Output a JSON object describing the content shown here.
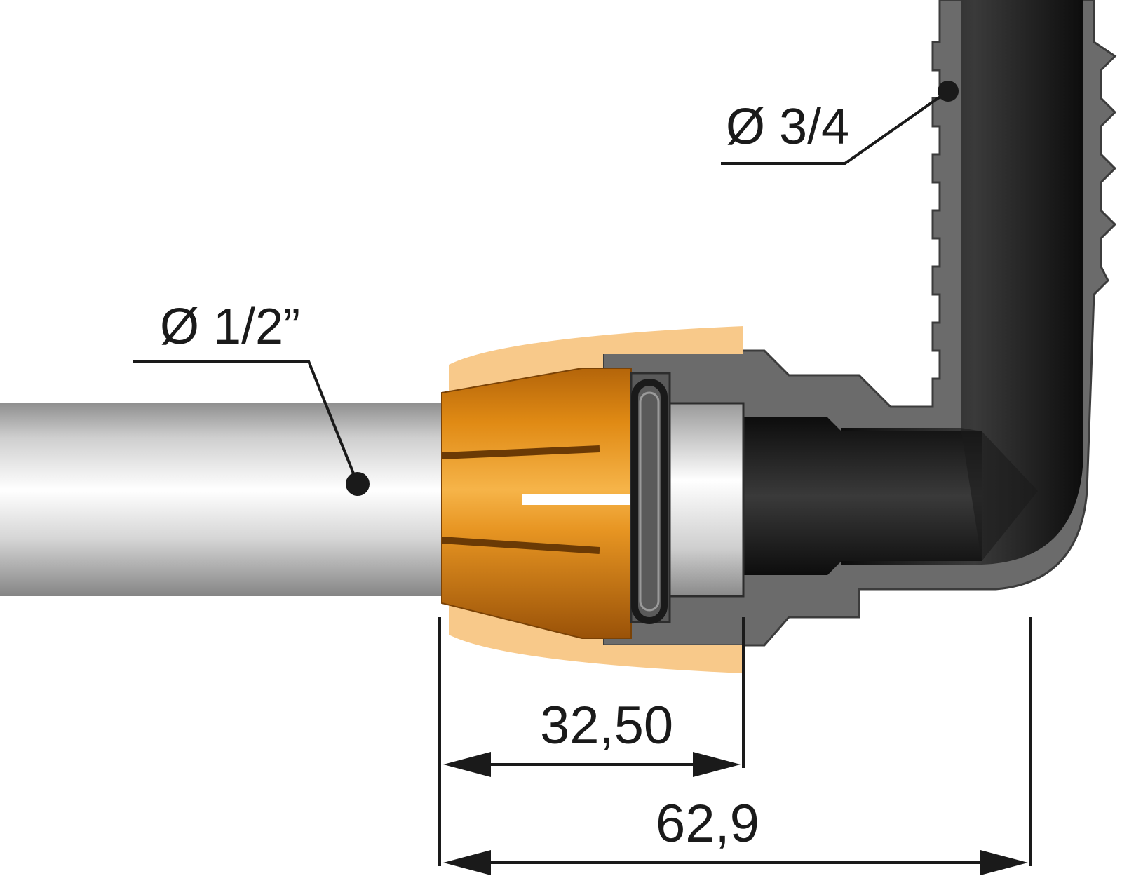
{
  "labels": {
    "pipe_diameter": "Ø 1/2”",
    "outlet_diameter": "Ø 3/4",
    "fitting_depth": "32,50",
    "overall_length": "62,9"
  },
  "colors": {
    "pipe_light": "#f2f2f2",
    "pipe_dark": "#8a8a8a",
    "collet_gold": "#d9840f",
    "collet_highlight": "#f7c56b",
    "collet_halo": "#f8c98a",
    "body_grey": "#6b6b6b",
    "body_outline": "#3c3c3c",
    "insert_black": "#1e1e1e",
    "line": "#1a1a1a"
  }
}
